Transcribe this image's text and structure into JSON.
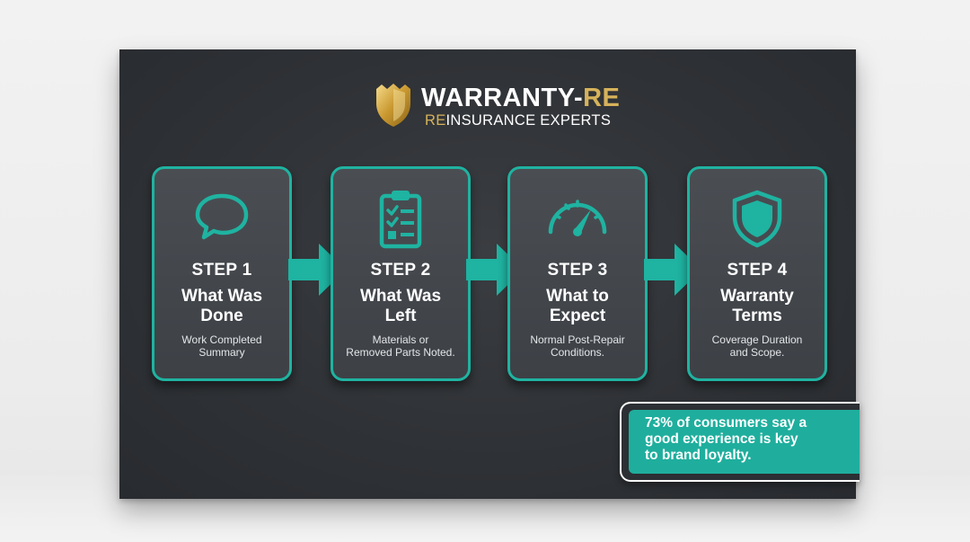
{
  "brand": {
    "name_main": "WARRANTY-",
    "name_accent": "RE",
    "tagline_accent": "RE",
    "tagline_rest": "INSURANCE EXPERTS",
    "logo_icon": "shield-icon"
  },
  "steps": [
    {
      "step": "STEP 1",
      "title_line1": "What Was",
      "title_line2": "Done",
      "desc_line1": "Work Completed",
      "desc_line2": "Summary",
      "icon": "speech-bubble-icon"
    },
    {
      "step": "STEP 2",
      "title_line1": "What Was",
      "title_line2": "Left",
      "desc_line1": "Materials or",
      "desc_line2": "Removed Parts Noted.",
      "icon": "clipboard-checklist-icon"
    },
    {
      "step": "STEP 3",
      "title_line1": "What to",
      "title_line2": "Expect",
      "desc_line1": "Normal Post-Repair",
      "desc_line2": "Conditions.",
      "icon": "speedometer-icon"
    },
    {
      "step": "STEP 4",
      "title_line1": "Warranty",
      "title_line2": "Terms",
      "desc_line1": "Coverage Duration",
      "desc_line2": "and Scope.",
      "icon": "shield-icon"
    }
  ],
  "callout": {
    "line1": "73% of consumers say a",
    "line2": "good experience is key",
    "line3": "to brand loyalty."
  },
  "colors": {
    "accent_teal": "#1fb3a1",
    "gold": "#d6b25a",
    "board": "#2f3236",
    "card": "#44484d"
  }
}
